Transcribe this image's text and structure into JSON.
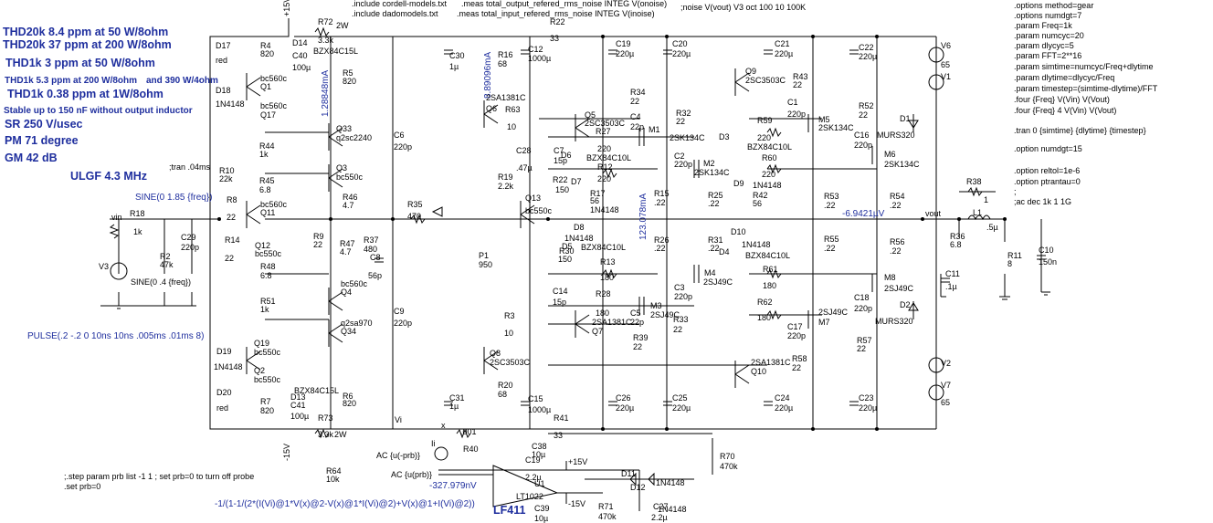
{
  "header": {
    "lines": [
      "THD20k 8.4 ppm at 50 W/8ohm",
      "THD20k 37 ppm at 200 W/8ohm",
      "THD1k 3 ppm at 50 W/8ohm",
      "THD1k 5.3 ppm at 200 W/8ohm",
      "and 390 W/4ohm",
      "THD1k 0.38 ppm at 1W/8ohm",
      "Stable up to 150 nF without output inductor",
      "SR 250 V/usec",
      "PM  71 degree",
      "GM  42 dB",
      "ULGF 4.3 MHz"
    ]
  },
  "directives": {
    "top_left": [
      ".include cordell-models.txt",
      ".include dadomodels.txt"
    ],
    "meas": [
      ".meas total_output_refered_rms_noise INTEG V(onoise)",
      ".meas total_input_refered_rms_noise INTEG V(inoise)",
      ";noise V(vout) V3 oct 100 10 100K"
    ],
    "tran_small": ";tran .04ms",
    "right": [
      ".options method=gear",
      ".options numdgt=7",
      ".param Freq=1k",
      ".param numcyc=20",
      ".param dlycyc=5",
      ".param FFT=2**16",
      ".param simtime=numcyc/Freq+dlytime",
      ".param dlytime=dlycyc/Freq",
      ".param timestep=(simtime-dlytime)/FFT",
      ".four {Freq} V(Vin) V(Vout)",
      ".four {Freq} 4 V(Vin) V(Vout)",
      ".tran 0 {simtime} {dlytime} {timestep}",
      ".option numdgt=15",
      ".option reltol=1e-6",
      ".option ptrantau=0",
      ";",
      ";ac dec 1k 1 1G"
    ],
    "step": ";.step param prb list -1 1 ; set prb=0 to turn off probe",
    "set": ".set prb=0",
    "formula": "-1/(1-1/(2*(I(Vi)@1*V(x)@2-V(x)@1*I(Vi)@2)+V(x)@1+I(Vi)@2))"
  },
  "sources": {
    "sine1": "SINE(0 1.85 {freq})",
    "sine2": "SINE(0 .4 {freq})",
    "pulse": "PULSE(.2 -.2 0 10ns 10ns .005ms .01ms 8)",
    "ac1": "AC {u(-prb)}",
    "ac2": "AC {u(prb)}"
  },
  "op_values": {
    "bias1": "1.28848mA",
    "bias2": "8.89096mA",
    "bias3": "123.078mA",
    "vout_offset": "-6.9421µV",
    "probe_v": "-327.979nV"
  },
  "nets": {
    "plus15": "+15V",
    "minus15": "-15V",
    "vin": "vin",
    "vout": "vout",
    "vi": "Vi",
    "ii": "Ii",
    "x": "x",
    "plus15b": "+15V",
    "minus15b": "-15V"
  },
  "chips": {
    "opamp_name": "U1",
    "opamp_model": "LT1022",
    "opamp_label": "LF411"
  },
  "components": [
    {
      "t": "V3"
    },
    {
      "t": "R18"
    },
    {
      "t": "1k"
    },
    {
      "t": "R2"
    },
    {
      "t": "47k"
    },
    {
      "t": "C29"
    },
    {
      "t": "220p"
    },
    {
      "t": "D17"
    },
    {
      "t": "red"
    },
    {
      "t": "D18"
    },
    {
      "t": "1N4148"
    },
    {
      "t": "R4"
    },
    {
      "t": "820"
    },
    {
      "t": "D14"
    },
    {
      "t": "C40"
    },
    {
      "t": "100µ"
    },
    {
      "t": "R72"
    },
    {
      "t": "3.3k"
    },
    {
      "t": "2W"
    },
    {
      "t": "BZX84C15L"
    },
    {
      "t": "R5"
    },
    {
      "t": "820"
    },
    {
      "t": "bc560c"
    },
    {
      "t": "Q1"
    },
    {
      "t": "bc560c"
    },
    {
      "t": "Q17"
    },
    {
      "t": "Q33"
    },
    {
      "t": "q2sc2240"
    },
    {
      "t": "R44"
    },
    {
      "t": "1k"
    },
    {
      "t": "R10"
    },
    {
      "t": "22k"
    },
    {
      "t": "Q3"
    },
    {
      "t": "bc550c"
    },
    {
      "t": "R45"
    },
    {
      "t": "6.8"
    },
    {
      "t": "R8"
    },
    {
      "t": "22"
    },
    {
      "t": "bc560c"
    },
    {
      "t": "Q11"
    },
    {
      "t": "R46"
    },
    {
      "t": "4.7"
    },
    {
      "t": "R14"
    },
    {
      "t": "22"
    },
    {
      "t": "Q12"
    },
    {
      "t": "bc550c"
    },
    {
      "t": "R9"
    },
    {
      "t": "22"
    },
    {
      "t": "R47"
    },
    {
      "t": "4.7"
    },
    {
      "t": "R37"
    },
    {
      "t": "480"
    },
    {
      "t": "C8"
    },
    {
      "t": "56p"
    },
    {
      "t": "R48"
    },
    {
      "t": "6.8"
    },
    {
      "t": "bc560c"
    },
    {
      "t": "Q4"
    },
    {
      "t": "R51"
    },
    {
      "t": "1k"
    },
    {
      "t": "q2sa970"
    },
    {
      "t": "Q34"
    },
    {
      "t": "D19"
    },
    {
      "t": "1N4148"
    },
    {
      "t": "Q19"
    },
    {
      "t": "bc550c"
    },
    {
      "t": "Q2"
    },
    {
      "t": "bc550c"
    },
    {
      "t": "D20"
    },
    {
      "t": "red"
    },
    {
      "t": "R7"
    },
    {
      "t": "820"
    },
    {
      "t": "D13"
    },
    {
      "t": "C41"
    },
    {
      "t": "100µ"
    },
    {
      "t": "BZX84C15L"
    },
    {
      "t": "R6"
    },
    {
      "t": "820"
    },
    {
      "t": "R73"
    },
    {
      "t": "3.3k"
    },
    {
      "t": "2W"
    },
    {
      "t": "R64"
    },
    {
      "t": "10k"
    },
    {
      "t": "C6"
    },
    {
      "t": "220p"
    },
    {
      "t": "R35"
    },
    {
      "t": "470"
    },
    {
      "t": "C9"
    },
    {
      "t": "220p"
    },
    {
      "t": "C30"
    },
    {
      "t": "1µ"
    },
    {
      "t": "R16"
    },
    {
      "t": "68"
    },
    {
      "t": "R22"
    },
    {
      "t": "33"
    },
    {
      "t": "C12"
    },
    {
      "t": "1000µ"
    },
    {
      "t": "2SA1381C"
    },
    {
      "t": "Q6"
    },
    {
      "t": "R63"
    },
    {
      "t": "10"
    },
    {
      "t": "C28"
    },
    {
      "t": ".47µ"
    },
    {
      "t": "R19"
    },
    {
      "t": "2.2k"
    },
    {
      "t": "Q13"
    },
    {
      "t": "bc550c"
    },
    {
      "t": "P1"
    },
    {
      "t": "950"
    },
    {
      "t": "R3"
    },
    {
      "t": "10"
    },
    {
      "t": "Q8"
    },
    {
      "t": "2SC3503C"
    },
    {
      "t": "R20"
    },
    {
      "t": "68"
    },
    {
      "t": "C31"
    },
    {
      "t": "1µ"
    },
    {
      "t": "C15"
    },
    {
      "t": "1000µ"
    },
    {
      "t": "R41"
    },
    {
      "t": "33"
    },
    {
      "t": "R40"
    },
    {
      "t": ".001"
    },
    {
      "t": "C38"
    },
    {
      "t": "10µ"
    },
    {
      "t": "C19"
    },
    {
      "t": "2.2µ"
    },
    {
      "t": "C39"
    },
    {
      "t": "10µ"
    },
    {
      "t": "C19"
    },
    {
      "t": "220µ"
    },
    {
      "t": "C20"
    },
    {
      "t": "220µ"
    },
    {
      "t": "R34"
    },
    {
      "t": "22"
    },
    {
      "t": "Q5"
    },
    {
      "t": "2SC3503C"
    },
    {
      "t": "C4"
    },
    {
      "t": "22p"
    },
    {
      "t": "M1"
    },
    {
      "t": "2SK134C"
    },
    {
      "t": "R27"
    },
    {
      "t": "220"
    },
    {
      "t": "R32"
    },
    {
      "t": "22"
    },
    {
      "t": "C7"
    },
    {
      "t": "15p"
    },
    {
      "t": "D6"
    },
    {
      "t": "BZX84C10L"
    },
    {
      "t": "R12"
    },
    {
      "t": "220"
    },
    {
      "t": "C2"
    },
    {
      "t": "220p"
    },
    {
      "t": "M2"
    },
    {
      "t": "2SK134C"
    },
    {
      "t": "R22"
    },
    {
      "t": "150"
    },
    {
      "t": "D7"
    },
    {
      "t": "R17"
    },
    {
      "t": "56"
    },
    {
      "t": "1N4148"
    },
    {
      "t": "R15"
    },
    {
      "t": ".22"
    },
    {
      "t": "R25"
    },
    {
      "t": ".22"
    },
    {
      "t": "D8"
    },
    {
      "t": "1N4148"
    },
    {
      "t": "R30"
    },
    {
      "t": "150"
    },
    {
      "t": "D5"
    },
    {
      "t": "BZX84C10L"
    },
    {
      "t": "R26"
    },
    {
      "t": ".22"
    },
    {
      "t": "R31"
    },
    {
      "t": ".22"
    },
    {
      "t": "R13"
    },
    {
      "t": "180"
    },
    {
      "t": "C14"
    },
    {
      "t": "15p"
    },
    {
      "t": "R28"
    },
    {
      "t": "180"
    },
    {
      "t": "C3"
    },
    {
      "t": "220p"
    },
    {
      "t": "M4"
    },
    {
      "t": "2SJ49C"
    },
    {
      "t": "M3"
    },
    {
      "t": "2SJ49C"
    },
    {
      "t": "2SA1381C"
    },
    {
      "t": "Q7"
    },
    {
      "t": "C5"
    },
    {
      "t": "22p"
    },
    {
      "t": "R39"
    },
    {
      "t": "22"
    },
    {
      "t": "R33"
    },
    {
      "t": "22"
    },
    {
      "t": "C26"
    },
    {
      "t": "220µ"
    },
    {
      "t": "C25"
    },
    {
      "t": "220µ"
    },
    {
      "t": "Q9"
    },
    {
      "t": "2SC3503C"
    },
    {
      "t": "C21"
    },
    {
      "t": "220µ"
    },
    {
      "t": "C22"
    },
    {
      "t": "220µ"
    },
    {
      "t": "R43"
    },
    {
      "t": "22"
    },
    {
      "t": "C1"
    },
    {
      "t": "220p"
    },
    {
      "t": "M5"
    },
    {
      "t": "2SK134C"
    },
    {
      "t": "R52"
    },
    {
      "t": "22"
    },
    {
      "t": "D3"
    },
    {
      "t": "R59"
    },
    {
      "t": "220"
    },
    {
      "t": "BZX84C10L"
    },
    {
      "t": "C16"
    },
    {
      "t": "220p"
    },
    {
      "t": "R60"
    },
    {
      "t": "220"
    },
    {
      "t": "M6"
    },
    {
      "t": "2SK134C"
    },
    {
      "t": "D9"
    },
    {
      "t": "R42"
    },
    {
      "t": "56"
    },
    {
      "t": "1N4148"
    },
    {
      "t": "R53"
    },
    {
      "t": ".22"
    },
    {
      "t": "R54"
    },
    {
      "t": ".22"
    },
    {
      "t": "D10"
    },
    {
      "t": "1N4148"
    },
    {
      "t": "D4"
    },
    {
      "t": "BZX84C10L"
    },
    {
      "t": "R55"
    },
    {
      "t": ".22"
    },
    {
      "t": "R56"
    },
    {
      "t": ".22"
    },
    {
      "t": "R61"
    },
    {
      "t": "180"
    },
    {
      "t": "M8"
    },
    {
      "t": "2SJ49C"
    },
    {
      "t": "C18"
    },
    {
      "t": "220p"
    },
    {
      "t": "R62"
    },
    {
      "t": "180"
    },
    {
      "t": "2SJ49C"
    },
    {
      "t": "M7"
    },
    {
      "t": "C17"
    },
    {
      "t": "220p"
    },
    {
      "t": "R57"
    },
    {
      "t": "22"
    },
    {
      "t": "2SA1381C"
    },
    {
      "t": "Q10"
    },
    {
      "t": "R58"
    },
    {
      "t": "22"
    },
    {
      "t": "C24"
    },
    {
      "t": "220µ"
    },
    {
      "t": "C23"
    },
    {
      "t": "220µ"
    },
    {
      "t": "D1"
    },
    {
      "t": "MURS320"
    },
    {
      "t": "D2"
    },
    {
      "t": "MURS320"
    },
    {
      "t": "V6"
    },
    {
      "t": "65"
    },
    {
      "t": "V1"
    },
    {
      "t": "V2"
    },
    {
      "t": "V7"
    },
    {
      "t": "65"
    },
    {
      "t": "R38"
    },
    {
      "t": "1"
    },
    {
      "t": "L1"
    },
    {
      "t": ".5µ"
    },
    {
      "t": "R36"
    },
    {
      "t": "6.8"
    },
    {
      "t": "R11"
    },
    {
      "t": "8"
    },
    {
      "t": "C11"
    },
    {
      "t": ".1µ"
    },
    {
      "t": "C10"
    },
    {
      "t": "150n"
    },
    {
      "t": "R70"
    },
    {
      "t": "470k"
    },
    {
      "t": "D11"
    },
    {
      "t": "1N4148"
    },
    {
      "t": "D12"
    },
    {
      "t": "1N4148"
    },
    {
      "t": "R71"
    },
    {
      "t": "470k"
    },
    {
      "t": "C27"
    },
    {
      "t": "2.2µ"
    }
  ]
}
